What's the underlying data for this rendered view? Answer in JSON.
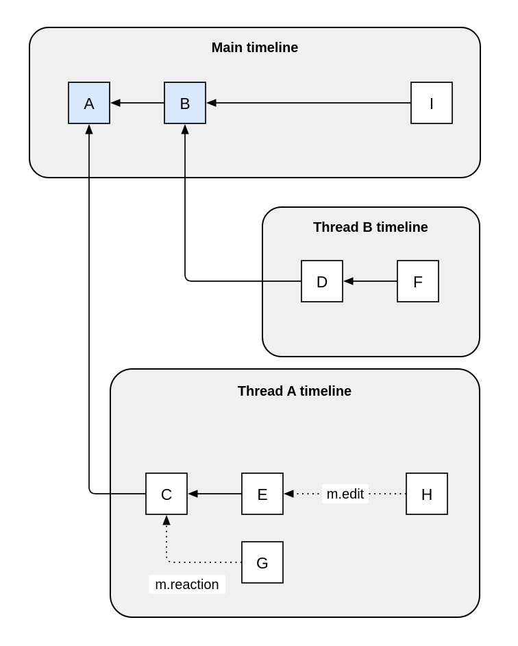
{
  "diagram": {
    "type": "event-graph",
    "colors": {
      "container_fill": "#f0f0f0",
      "container_stroke": "#000000",
      "node_highlight_fill": "#dae8fc",
      "node_plain_fill": "#ffffff",
      "edge_stroke": "#000000",
      "edge_label_bg": "#ffffff"
    },
    "containers": [
      {
        "id": "main",
        "title": "Main timeline"
      },
      {
        "id": "thread-b",
        "title": "Thread B timeline"
      },
      {
        "id": "thread-a",
        "title": "Thread A timeline"
      }
    ],
    "nodes": [
      {
        "id": "A",
        "label": "A",
        "container": "main",
        "fill": "#dae8fc"
      },
      {
        "id": "B",
        "label": "B",
        "container": "main",
        "fill": "#dae8fc"
      },
      {
        "id": "I",
        "label": "I",
        "container": "main",
        "fill": "#ffffff"
      },
      {
        "id": "D",
        "label": "D",
        "container": "thread-b",
        "fill": "#ffffff"
      },
      {
        "id": "F",
        "label": "F",
        "container": "thread-b",
        "fill": "#ffffff"
      },
      {
        "id": "C",
        "label": "C",
        "container": "thread-a",
        "fill": "#ffffff"
      },
      {
        "id": "E",
        "label": "E",
        "container": "thread-a",
        "fill": "#ffffff"
      },
      {
        "id": "H",
        "label": "H",
        "container": "thread-a",
        "fill": "#ffffff"
      },
      {
        "id": "G",
        "label": "G",
        "container": "thread-a",
        "fill": "#ffffff"
      }
    ],
    "edges": [
      {
        "from": "B",
        "to": "A",
        "style": "solid"
      },
      {
        "from": "I",
        "to": "B",
        "style": "solid"
      },
      {
        "from": "F",
        "to": "D",
        "style": "solid"
      },
      {
        "from": "E",
        "to": "C",
        "style": "solid"
      },
      {
        "from": "D",
        "to": "B",
        "style": "solid"
      },
      {
        "from": "C",
        "to": "A",
        "style": "solid"
      },
      {
        "from": "H",
        "to": "E",
        "style": "dotted",
        "label": "m.edit"
      },
      {
        "from": "G",
        "to": "C",
        "style": "dotted",
        "label": "m.reaction"
      }
    ]
  }
}
